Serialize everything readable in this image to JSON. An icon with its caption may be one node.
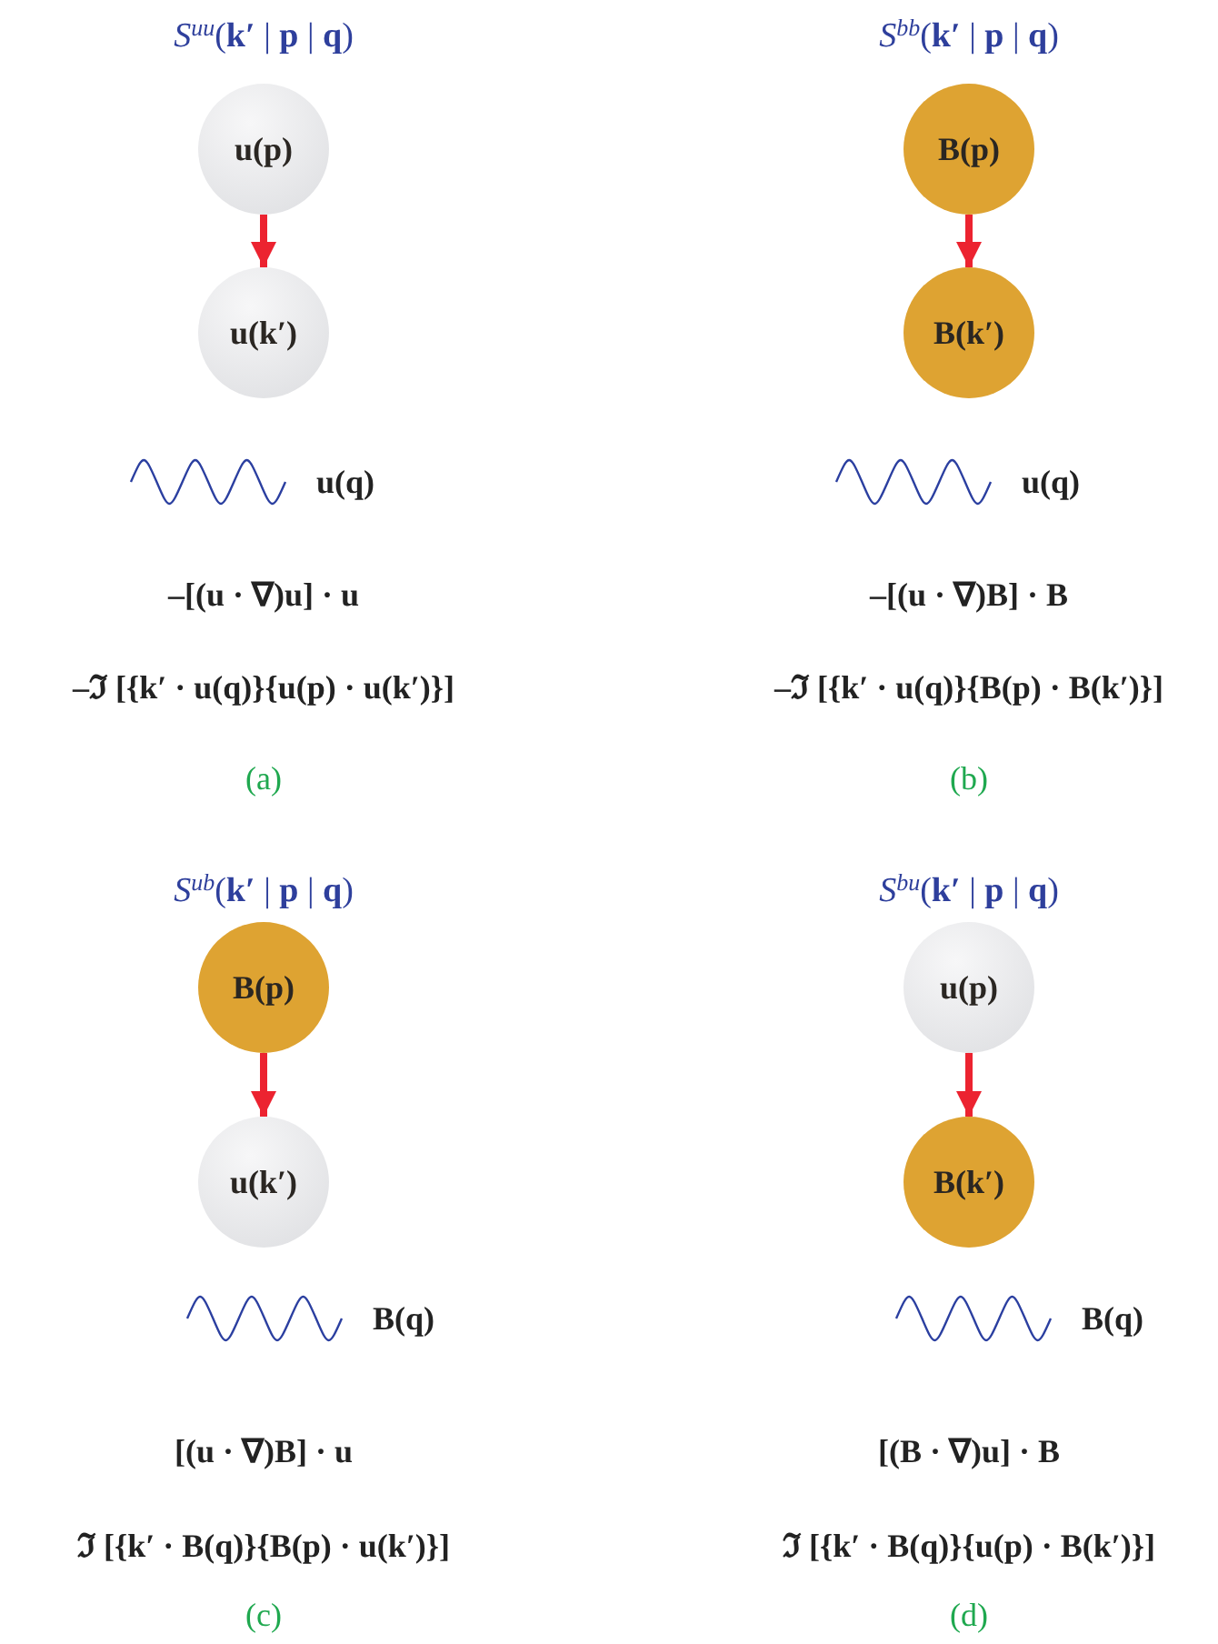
{
  "diagram": {
    "nodes": [
      {
        "text": [
          "u(p)"
        ]
      },
      {
        "text": [
          "u(k′)"
        ]
      },
      {
        "text": [
          "B(p)"
        ]
      },
      {
        "text": [
          "B(k′)"
        ]
      },
      {
        "text": [
          "B(p)"
        ]
      },
      {
        "text": [
          "u(k′)"
        ]
      },
      {
        "text": [
          "u(p)"
        ]
      },
      {
        "text": [
          "B(k′)"
        ]
      }
    ],
    "edges": [
      {
        "from": 0,
        "to": 1,
        "arrow": "to"
      },
      {
        "from": 2,
        "to": 3,
        "arrow": "to"
      },
      {
        "from": 4,
        "to": 5,
        "arrow": "to"
      },
      {
        "from": 6,
        "to": 7,
        "arrow": "to"
      }
    ],
    "labels": [
      "*S*$^{uu}$(**k′** | **p** | **q**)",
      "u(q)",
      "–[(u · ∇)u] · u",
      "–ℑ [{k′ · u(q)}{u(p) · u(k′)}]",
      "(a)",
      "*S*$^{bb}$(**k′** | **p** | **q**)",
      "u(q)",
      "–[(u · ∇)B] · B",
      "–ℑ [{k′ · u(q)}{B(p) · B(k′)}]",
      "(b)",
      "*S*$^{ub}$(**k′** | **p** | **q**)",
      "B(q)",
      "[(u · ∇)B] · u",
      "ℑ [{k′ · B(q)}{B(p) · u(k′)}]",
      "(c)",
      "*S*$^{bu}$(**k′** | **p** | **q**)",
      "B(q)",
      "[(B · ∇)u] · B",
      "ℑ [{k′ · B(q)}{u(p) · B(k′)}]",
      "(d)"
    ]
  }
}
